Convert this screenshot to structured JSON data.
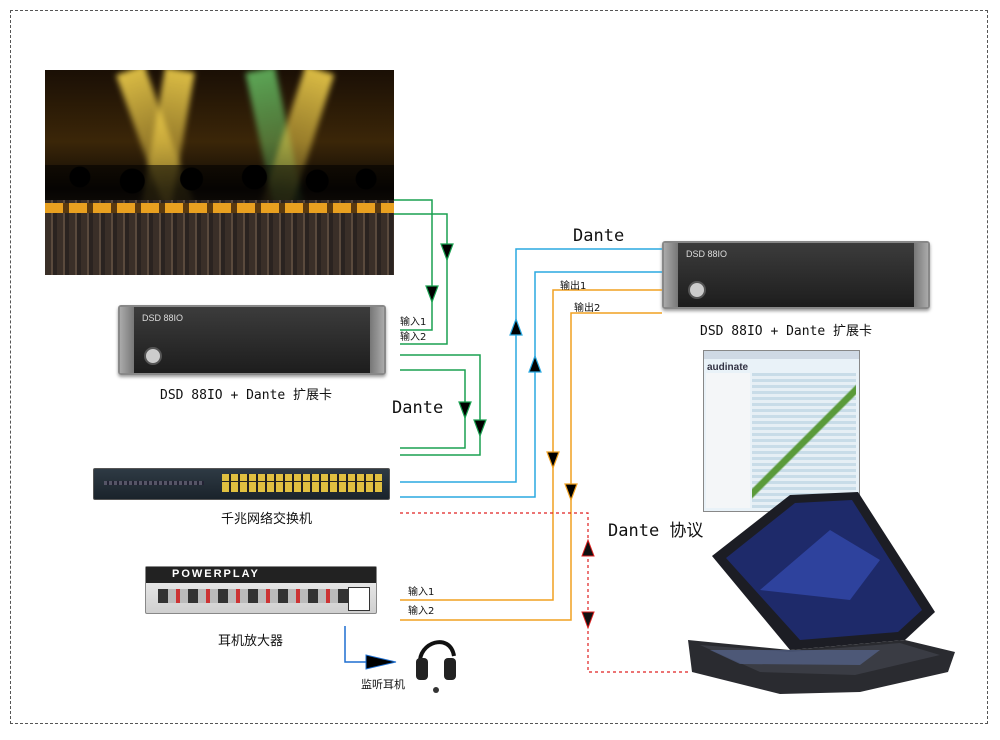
{
  "labels": {
    "dsd_left": "DSD 88IO + Dante 扩展卡",
    "dsd_right": "DSD 88IO + Dante 扩展卡",
    "switch": "千兆网络交换机",
    "amp": "耳机放大器",
    "headphones": "监听耳机",
    "dante_top": "Dante",
    "dante_mid": "Dante",
    "dante_protocol": "Dante 协议",
    "in1_left": "输入1",
    "in2_left": "输入2",
    "out1_right": "输出1",
    "out2_right": "输出2",
    "in1_amp": "输入1",
    "in2_amp": "输入2",
    "rack_model": "DSD 88IO",
    "rack_model_right": "DSD 88IO",
    "amp_brand": "POWERPLAY",
    "dc_logo": "audinate"
  },
  "colors": {
    "green": "#1aa050",
    "blue": "#2aa8e0",
    "orange": "#f0a020",
    "red_dotted": "#e02020",
    "amp_line": "#1e6fd0",
    "frame": "#555555"
  },
  "icons": {
    "stage": "concert-stage-photo",
    "rack": "rack-processor-icon",
    "switch": "network-switch-icon",
    "amp": "headphone-amplifier-icon",
    "headphones": "headphones-icon",
    "laptop": "laptop-icon",
    "controller": "dante-controller-screenshot"
  }
}
